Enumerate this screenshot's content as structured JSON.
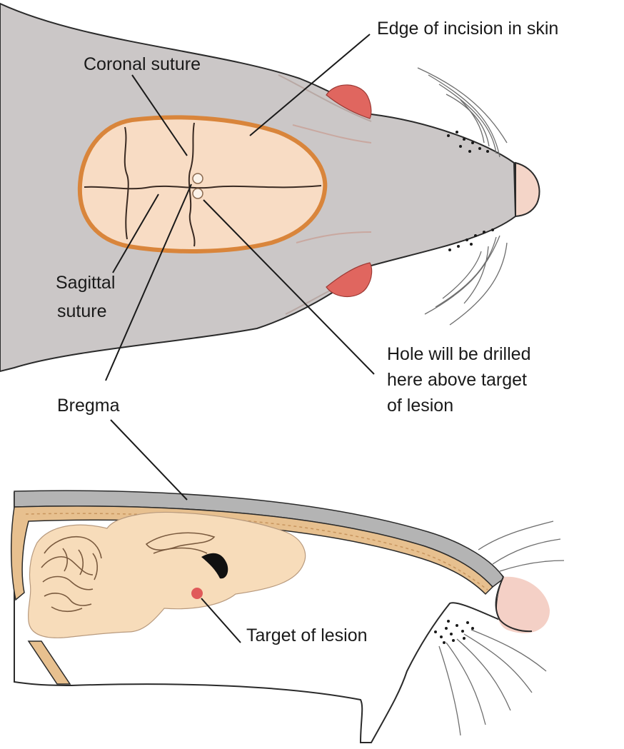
{
  "labels": {
    "edge_of_incision": "Edge of incision in skin",
    "coronal_suture": "Coronal suture",
    "sagittal_suture_line1": "Sagittal",
    "sagittal_suture_line2": "suture",
    "hole_line1": "Hole will be drilled",
    "hole_line2": "here above target",
    "hole_line3": "of lesion",
    "bregma": "Bregma",
    "target_of_lesion": "Target of lesion"
  },
  "colors": {
    "head_gray": "#cbc7c7",
    "outline": "#2a2a2a",
    "incision_edge": "#d9853b",
    "skull_fill": "#f8dcc4",
    "brain_fill": "#f7dcba",
    "ear_red": "#e0665f",
    "target_red": "#e05a5a",
    "skull_bone": "#e7c08f"
  }
}
